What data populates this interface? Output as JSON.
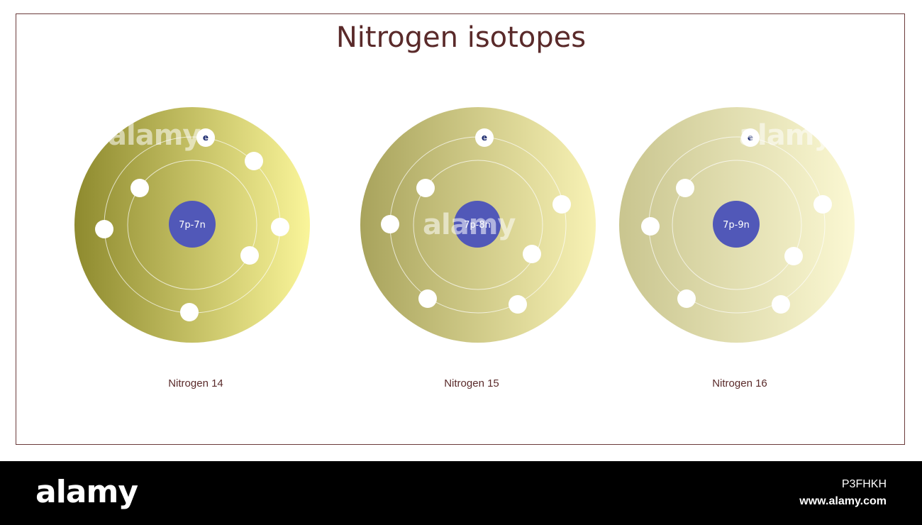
{
  "title": "Nitrogen isotopes",
  "colors": {
    "title": "#5a2a2a",
    "nucleus": "#5158b8",
    "electron": "#ffffff",
    "orbit": "#ffffff",
    "frame": "#6b3b3b"
  },
  "atoms": [
    {
      "caption": "Nitrogen 14",
      "nucleus_label": "7p-7n",
      "electron_symbol": "e",
      "gradient": [
        "#8e8a2e",
        "#faf59a"
      ],
      "inner_shell_electrons": 2,
      "outer_shell_electrons": 5
    },
    {
      "caption": "Nitrogen 15",
      "nucleus_label": "7p-8n",
      "electron_symbol": "e",
      "gradient": [
        "#a8a35c",
        "#f8f2b5"
      ],
      "inner_shell_electrons": 2,
      "outer_shell_electrons": 5
    },
    {
      "caption": "Nitrogen 16",
      "nucleus_label": "7p-9n",
      "electron_symbol": "e",
      "gradient": [
        "#c9c58f",
        "#fbf8d3"
      ],
      "inner_shell_electrons": 2,
      "outer_shell_electrons": 5
    }
  ],
  "watermark": "alamy",
  "footer": {
    "logo": "alamy",
    "image_id": "P3FHKH",
    "url": "www.alamy.com"
  }
}
